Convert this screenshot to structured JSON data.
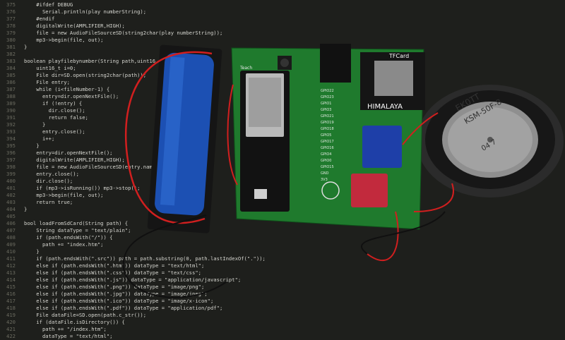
{
  "editor": {
    "lines": [
      {
        "n": "375",
        "t": "    #ifdef DEBUG"
      },
      {
        "n": "376",
        "t": "      Serial.println(play numberString);"
      },
      {
        "n": "377",
        "t": "    #endif"
      },
      {
        "n": "378",
        "t": "    digitalWrite(AMPLIFIER,HIGH);"
      },
      {
        "n": "379",
        "t": "    file = new AudioFileSourceSD(string2char(play numberString));"
      },
      {
        "n": "380",
        "t": "    mp3->begin(file, out);"
      },
      {
        "n": "381",
        "t": "}"
      },
      {
        "n": "382",
        "t": ""
      },
      {
        "n": "383",
        "t": "boolean playfilebynumber(String path,uint16"
      },
      {
        "n": "384",
        "t": "    uint16_t i=0;"
      },
      {
        "n": "385",
        "t": "    File dir=SD.open(string2char(path));"
      },
      {
        "n": "386",
        "t": "    File entry;"
      },
      {
        "n": "387",
        "t": "    while (i<fileNumber-1) {"
      },
      {
        "n": "388",
        "t": "      entry=dir.openNextFile();"
      },
      {
        "n": "389",
        "t": "      if (!entry) {"
      },
      {
        "n": "390",
        "t": "        dir.close();"
      },
      {
        "n": "391",
        "t": "        return false;"
      },
      {
        "n": "392",
        "t": "      }"
      },
      {
        "n": "393",
        "t": "      entry.close();"
      },
      {
        "n": "394",
        "t": "      i++;"
      },
      {
        "n": "395",
        "t": "    }"
      },
      {
        "n": "396",
        "t": "    entry=dir.openNextFile();"
      },
      {
        "n": "397",
        "t": "    digitalWrite(AMPLIFIER,HIGH);"
      },
      {
        "n": "398",
        "t": "    file = new AudioFileSourceSD(entry.name"
      },
      {
        "n": "399",
        "t": "    entry.close();"
      },
      {
        "n": "400",
        "t": "    dir.close();"
      },
      {
        "n": "401",
        "t": "    if (mp3->isRunning()) mp3->stop();"
      },
      {
        "n": "402",
        "t": "    mp3->begin(file, out);"
      },
      {
        "n": "403",
        "t": "    return true;"
      },
      {
        "n": "404",
        "t": "}"
      },
      {
        "n": "405",
        "t": ""
      },
      {
        "n": "406",
        "t": "bool loadFromSdCard(String path) {"
      },
      {
        "n": "407",
        "t": "    String dataType = \"text/plain\";"
      },
      {
        "n": "408",
        "t": "    if (path.endsWith(\"/\")) {"
      },
      {
        "n": "409",
        "t": "      path += \"index.htm\";"
      },
      {
        "n": "410",
        "t": "    }"
      },
      {
        "n": "411",
        "t": "    if (path.endsWith(\".src\")) path = path.substring(0, path.lastIndexOf(\".\"));"
      },
      {
        "n": "412",
        "t": "    else if (path.endsWith(\".htm\")) dataType = \"text/html\";"
      },
      {
        "n": "413",
        "t": "    else if (path.endsWith(\".css\")) dataType = \"text/css\";"
      },
      {
        "n": "414",
        "t": "    else if (path.endsWith(\".js\")) dataType = \"application/javascript\";"
      },
      {
        "n": "415",
        "t": "    else if (path.endsWith(\".png\")) dataType = \"image/png\";"
      },
      {
        "n": "416",
        "t": "    else if (path.endsWith(\".jpg\")) dataType = \"image/jpeg\";"
      },
      {
        "n": "417",
        "t": "    else if (path.endsWith(\".ico\")) dataType = \"image/x-icon\";"
      },
      {
        "n": "418",
        "t": "    else if (path.endsWith(\".pdf\")) dataType = \"application/pdf\";"
      },
      {
        "n": "419",
        "t": "    File dataFile=SD.open(path.c_str());"
      },
      {
        "n": "420",
        "t": "    if (dataFile.isDirectory()) {"
      },
      {
        "n": "421",
        "t": "      path += \"/index.htm\";"
      },
      {
        "n": "422",
        "t": "      dataType = \"text/html\";"
      }
    ]
  },
  "board": {
    "label_teach": "Teach",
    "himalaya": "HIMALAYA",
    "tfcard": "TFCard",
    "pins": [
      "GPIO22",
      "GPIO23",
      "GPIO1",
      "GPIO3",
      "GPIO21",
      "GPIO19",
      "GPIO18",
      "GPIO5",
      "GPIO17",
      "GPIO16",
      "GPIO4",
      "GPIO0",
      "GPIO15",
      "GND",
      "3V3"
    ],
    "speaker_text": "EK0TT",
    "speaker_text2": "KSM-50F-8",
    "speaker_text3": "04 7"
  }
}
